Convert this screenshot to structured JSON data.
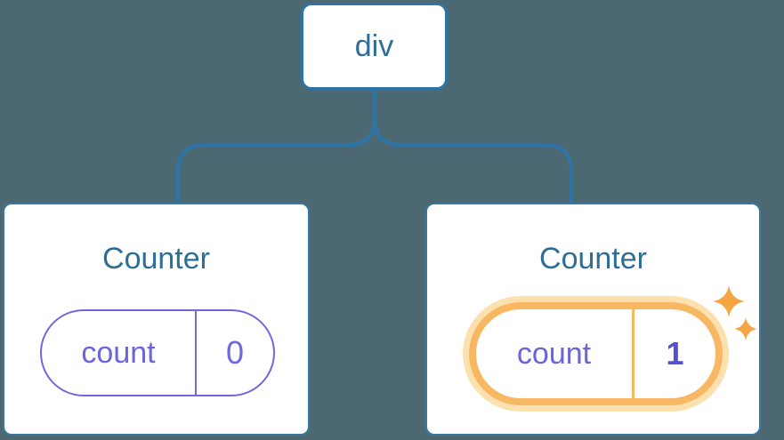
{
  "diagram": {
    "description": "React component tree: a div root with two Counter children; the second Counter's state was updated",
    "root": {
      "label": "div"
    },
    "counters": [
      {
        "title": "Counter",
        "state_key": "count",
        "state_value": "0",
        "highlighted": false
      },
      {
        "title": "Counter",
        "state_key": "count",
        "state_value": "1",
        "highlighted": true
      }
    ]
  },
  "colors": {
    "background": "#4c6973",
    "connector_blue": "#2f74a4",
    "card_border_blue": "#38779f",
    "text_blue": "#2d6d96",
    "state_purple": "#6b64dd",
    "state_purple_bold": "#5550d2",
    "highlight_orange": "#f8b863",
    "highlight_halo": "#fce0ae",
    "sparkle_orange": "#f5a544",
    "card_background": "#ffffff"
  }
}
